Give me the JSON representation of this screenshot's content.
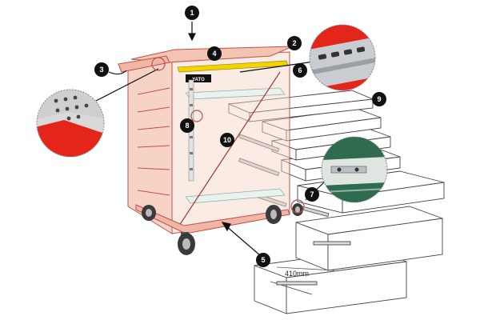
{
  "callouts": [
    "1",
    "2",
    "3",
    "4",
    "5",
    "6",
    "7",
    "8",
    "9",
    "10"
  ],
  "dimension_label": "410mm",
  "brand_label": "YATO",
  "colors": {
    "cabinet_fill": "#f4c4b2",
    "cabinet_stroke": "#c0504d",
    "top_strip": "#f2d400",
    "badge": "#111111",
    "zoom_red": "#e32619",
    "zoom_green": "#2f6b4f",
    "line_art": "#444444"
  },
  "icons": [
    "arrow-down-icon",
    "caster-wheel-icon",
    "perforated-rail-icon",
    "drawer-slide-icon"
  ]
}
